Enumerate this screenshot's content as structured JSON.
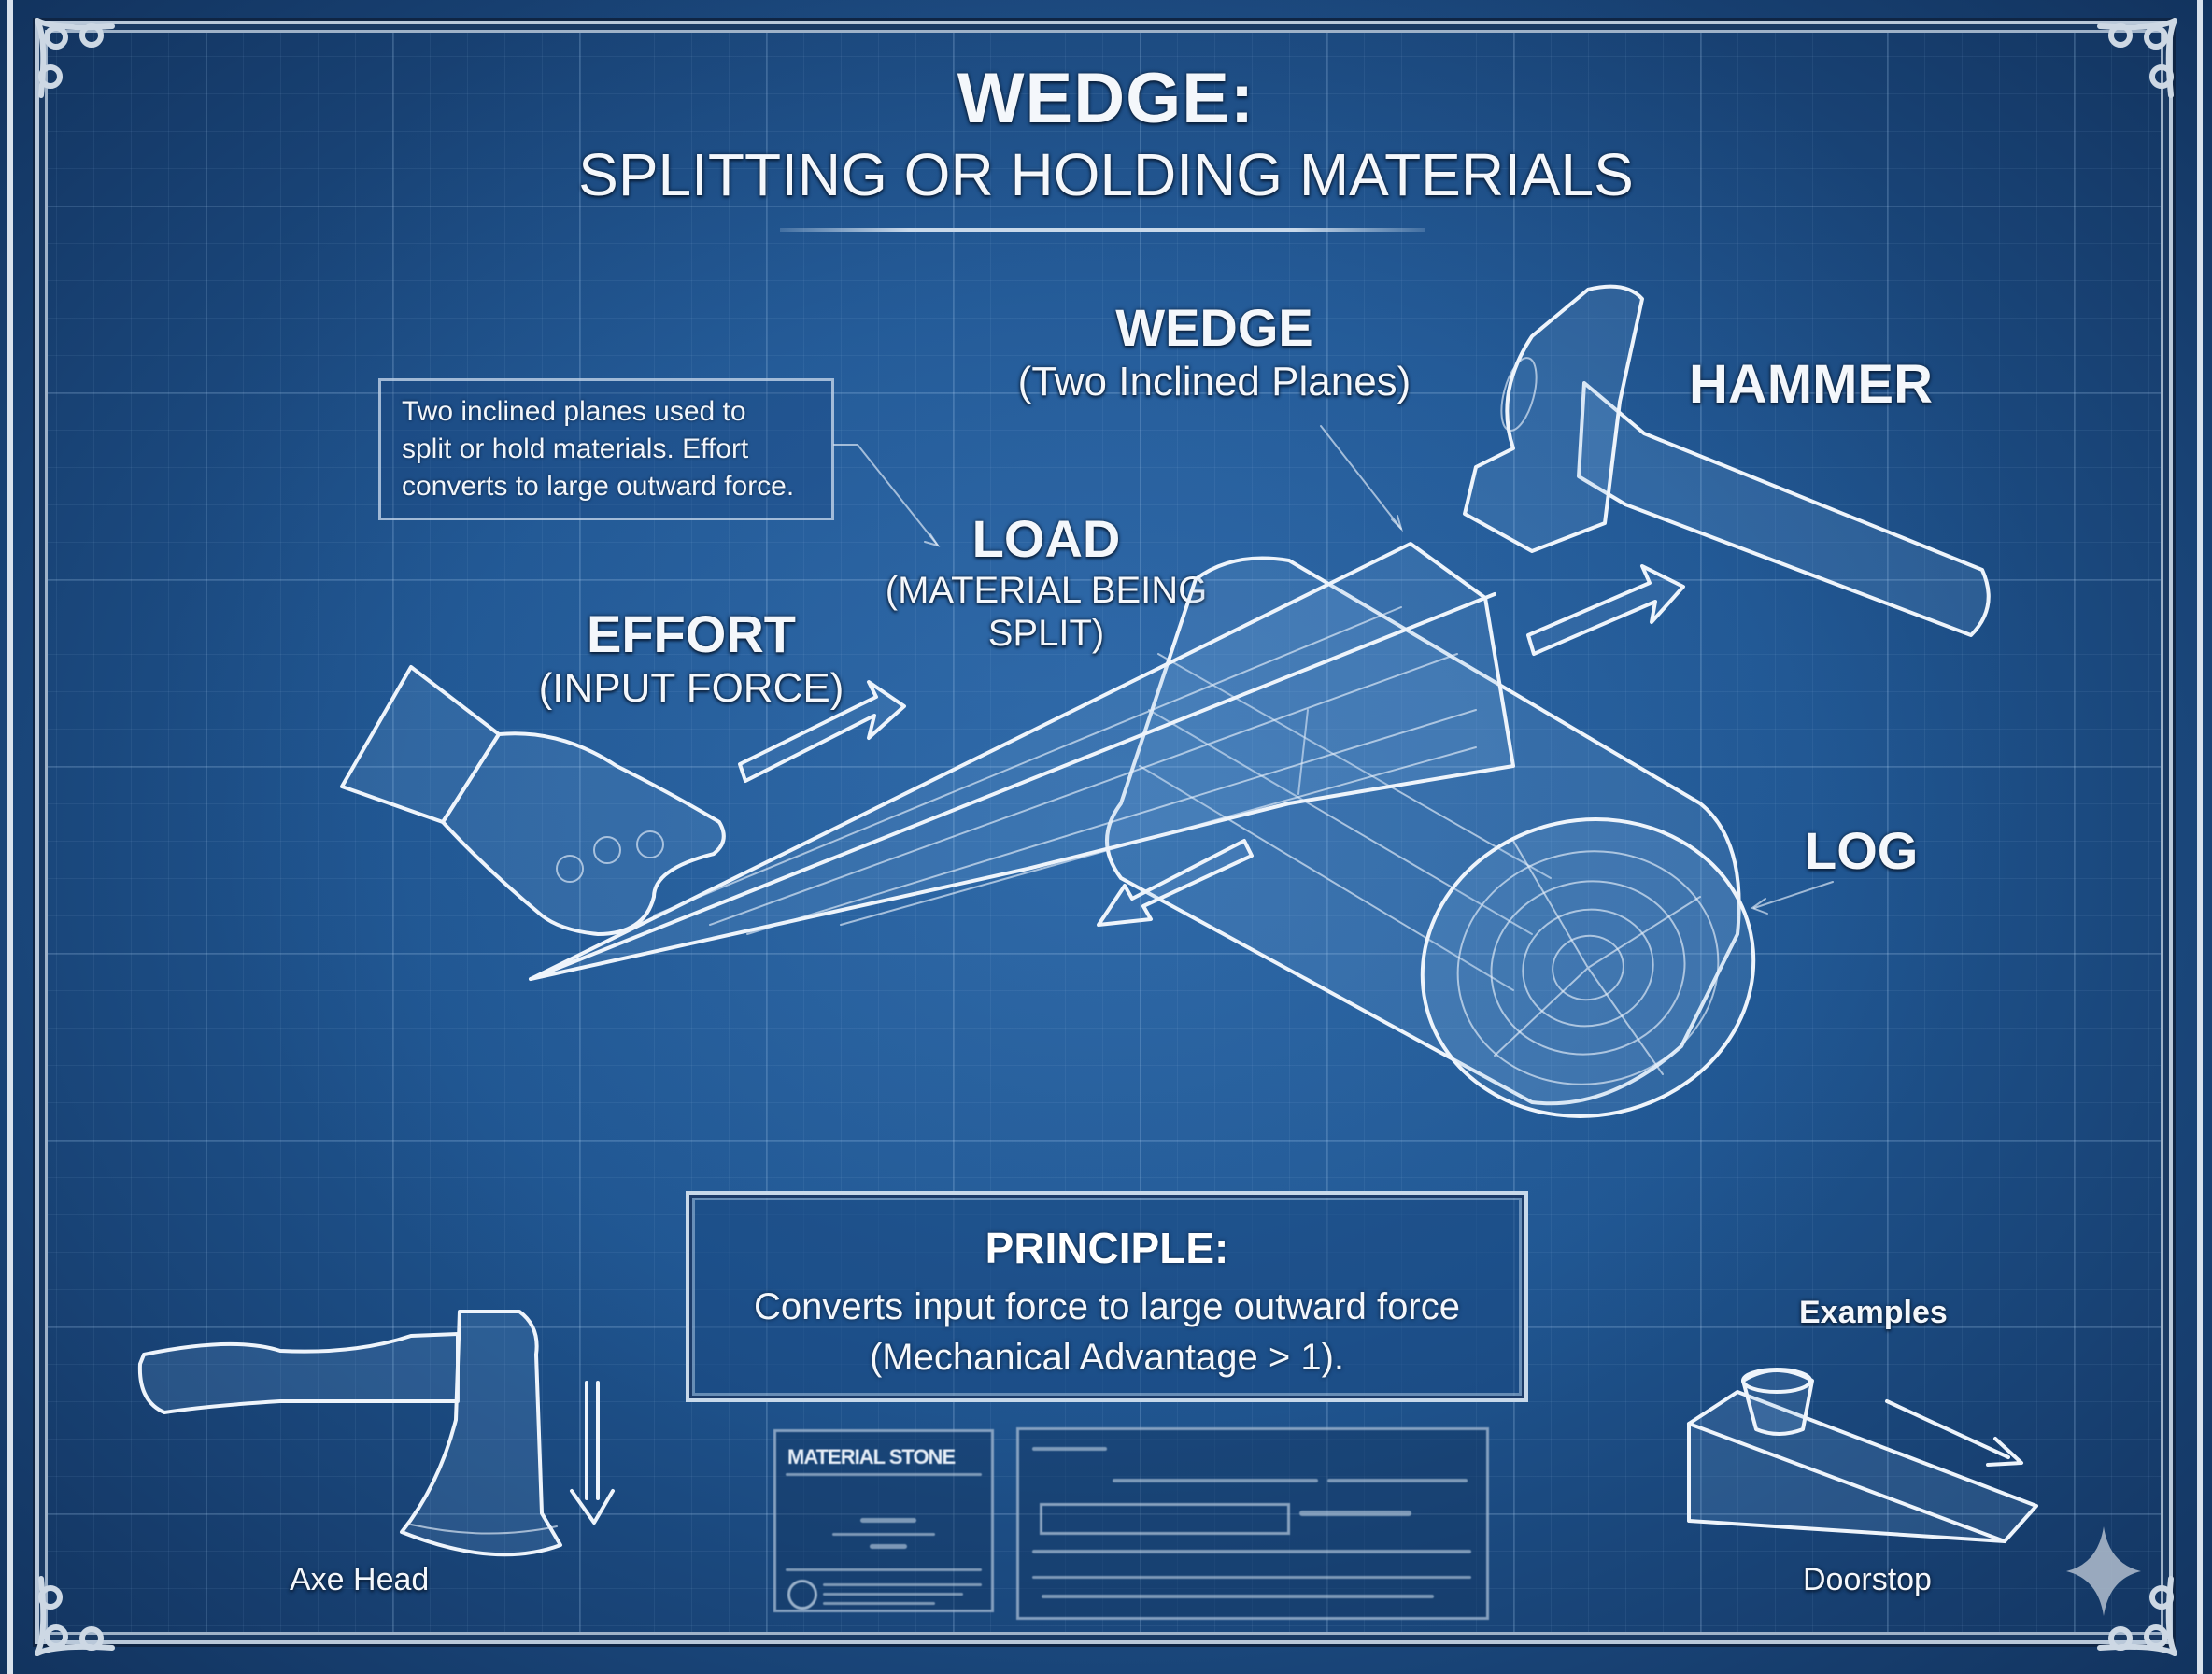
{
  "title": {
    "main": "WEDGE:",
    "subtitle": "SPLITTING OR HOLDING MATERIALS"
  },
  "note_box": {
    "lines": [
      "Two inclined planes used to",
      "split or hold materials. Effort",
      "converts to large outward force."
    ]
  },
  "labels": {
    "wedge": {
      "title": "WEDGE",
      "subtitle": "(Two Inclined Planes)"
    },
    "hammer": {
      "title": "HAMMER"
    },
    "load": {
      "title": "LOAD",
      "subtitle_line1": "(MATERIAL BEING",
      "subtitle_line2": "SPLIT)"
    },
    "effort": {
      "title": "EFFORT",
      "subtitle": "(INPUT FORCE)"
    },
    "log": {
      "title": "LOG"
    }
  },
  "principle": {
    "title": "PRINCIPLE:",
    "line1": "Converts input force to large outward force",
    "line2": "(Mechanical Advantage > 1)."
  },
  "examples": {
    "heading": "Examples",
    "items": [
      {
        "label": "Axe Head",
        "icon": "axe-icon"
      },
      {
        "label": "Doorstop",
        "icon": "doorstop-icon"
      }
    ]
  },
  "inset_panels": {
    "left_title": "MATERIAL STONE"
  },
  "colors": {
    "background": "#1f5590",
    "line": "#eef4fb",
    "frame": "#b9c8d9",
    "grid": "#8fb6dd"
  },
  "icons": [
    "hand-icon",
    "wedge-icon",
    "hammer-icon",
    "log-icon",
    "axe-icon",
    "doorstop-icon",
    "sparkle-icon",
    "arrow-icon"
  ]
}
